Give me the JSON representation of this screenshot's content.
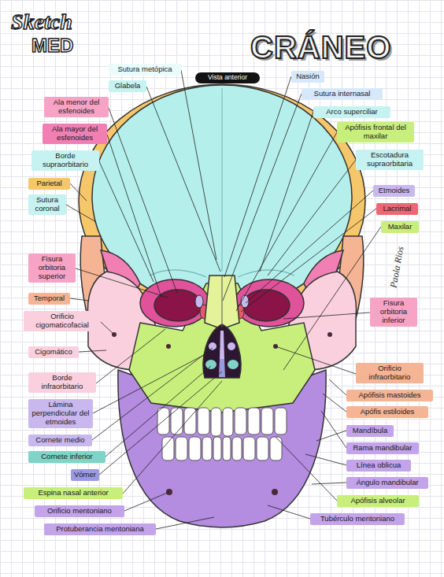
{
  "diagram": {
    "title": "CRÁNEO",
    "nodes": [
      {
        "text": [
          "Sutura metópica"
        ]
      },
      {
        "text": [
          "Glabela"
        ]
      },
      {
        "text": [
          "Ala menor del esfenoides"
        ]
      },
      {
        "text": [
          "Ala mayor del esfenoides"
        ]
      },
      {
        "text": [
          "Borde supraorbitario"
        ]
      },
      {
        "text": [
          "Parietal"
        ]
      },
      {
        "text": [
          "Sutura coronal"
        ]
      },
      {
        "text": [
          "Fisura orbitoria superior"
        ]
      },
      {
        "text": [
          "Temporal"
        ]
      },
      {
        "text": [
          "Orificio cigomaticofacial"
        ]
      },
      {
        "text": [
          "Cigomático"
        ]
      },
      {
        "text": [
          "Borde infraorbitario"
        ]
      },
      {
        "text": [
          "Lámina perpendicular del etmoides"
        ]
      },
      {
        "text": [
          "Cornete medio"
        ]
      },
      {
        "text": [
          "Cornete inferior"
        ]
      },
      {
        "text": [
          "Vómer"
        ]
      },
      {
        "text": [
          "Espina nasal anterior"
        ]
      },
      {
        "text": [
          "Orificio mentoniano"
        ]
      },
      {
        "text": [
          "Protuberancia mentoniana"
        ]
      },
      {
        "text": [
          "Nasión"
        ]
      },
      {
        "text": [
          "Sutura internasal"
        ]
      },
      {
        "text": [
          "Arco superciliar"
        ]
      },
      {
        "text": [
          "Apófisis frontal del maxilar"
        ]
      },
      {
        "text": [
          "Escotadura supraorbitaria"
        ]
      },
      {
        "text": [
          "Etmoides"
        ]
      },
      {
        "text": [
          "Lacrimal"
        ]
      },
      {
        "text": [
          "Maxilar"
        ]
      },
      {
        "text": [
          "Fisura orbitoria inferior"
        ]
      },
      {
        "text": [
          "Orificio infraorbitario"
        ]
      },
      {
        "text": [
          "Apófisis mastoides"
        ]
      },
      {
        "text": [
          "Apófis estiloides"
        ]
      },
      {
        "text": [
          "Mandíbula"
        ]
      },
      {
        "text": [
          "Rama mandibular"
        ]
      },
      {
        "text": [
          "Línea oblicua"
        ]
      },
      {
        "text": [
          "Ángulo mandibular"
        ]
      },
      {
        "text": [
          "Apófisis alveolar"
        ]
      },
      {
        "text": [
          "Tubérculo mentoniano"
        ]
      },
      {
        "text": [
          "Vista anterior"
        ]
      }
    ],
    "labels": [
      "Sketch",
      "MED",
      "Paola Rios"
    ]
  }
}
